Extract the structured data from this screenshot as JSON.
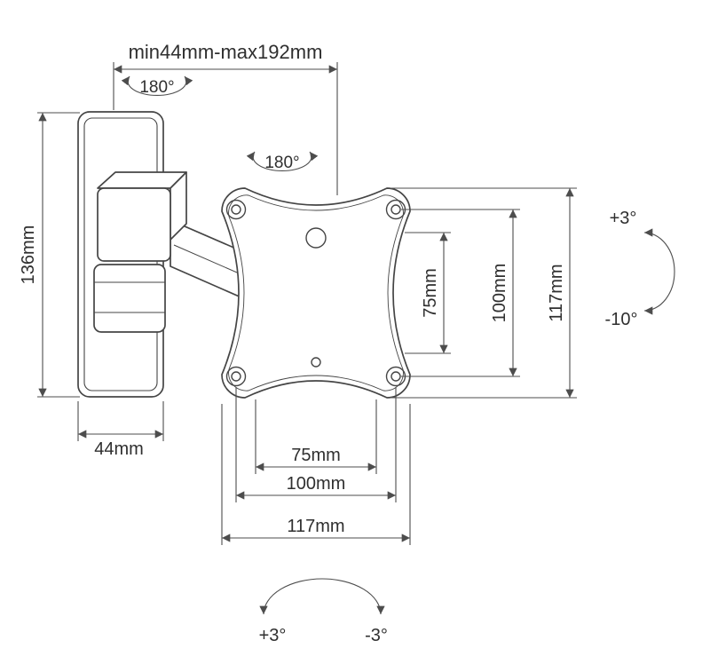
{
  "colors": {
    "line": "#454545",
    "dim": "#4d4d4d",
    "text": "#2f2f2f",
    "background": "#ffffff"
  },
  "labels": {
    "extension_range": "min44mm-max192mm",
    "swivel_wall": "180°",
    "swivel_arm": "180°",
    "wall_plate_height": "136mm",
    "wall_plate_width": "44mm",
    "vesa_v_75": "75mm",
    "vesa_v_100": "100mm",
    "plate_v_117": "117mm",
    "vesa_h_75": "75mm",
    "vesa_h_100": "100mm",
    "plate_h_117": "117mm",
    "tilt_up": "+3°",
    "tilt_down": "-10°",
    "swivel_left": "+3°",
    "swivel_right": "-3°"
  }
}
